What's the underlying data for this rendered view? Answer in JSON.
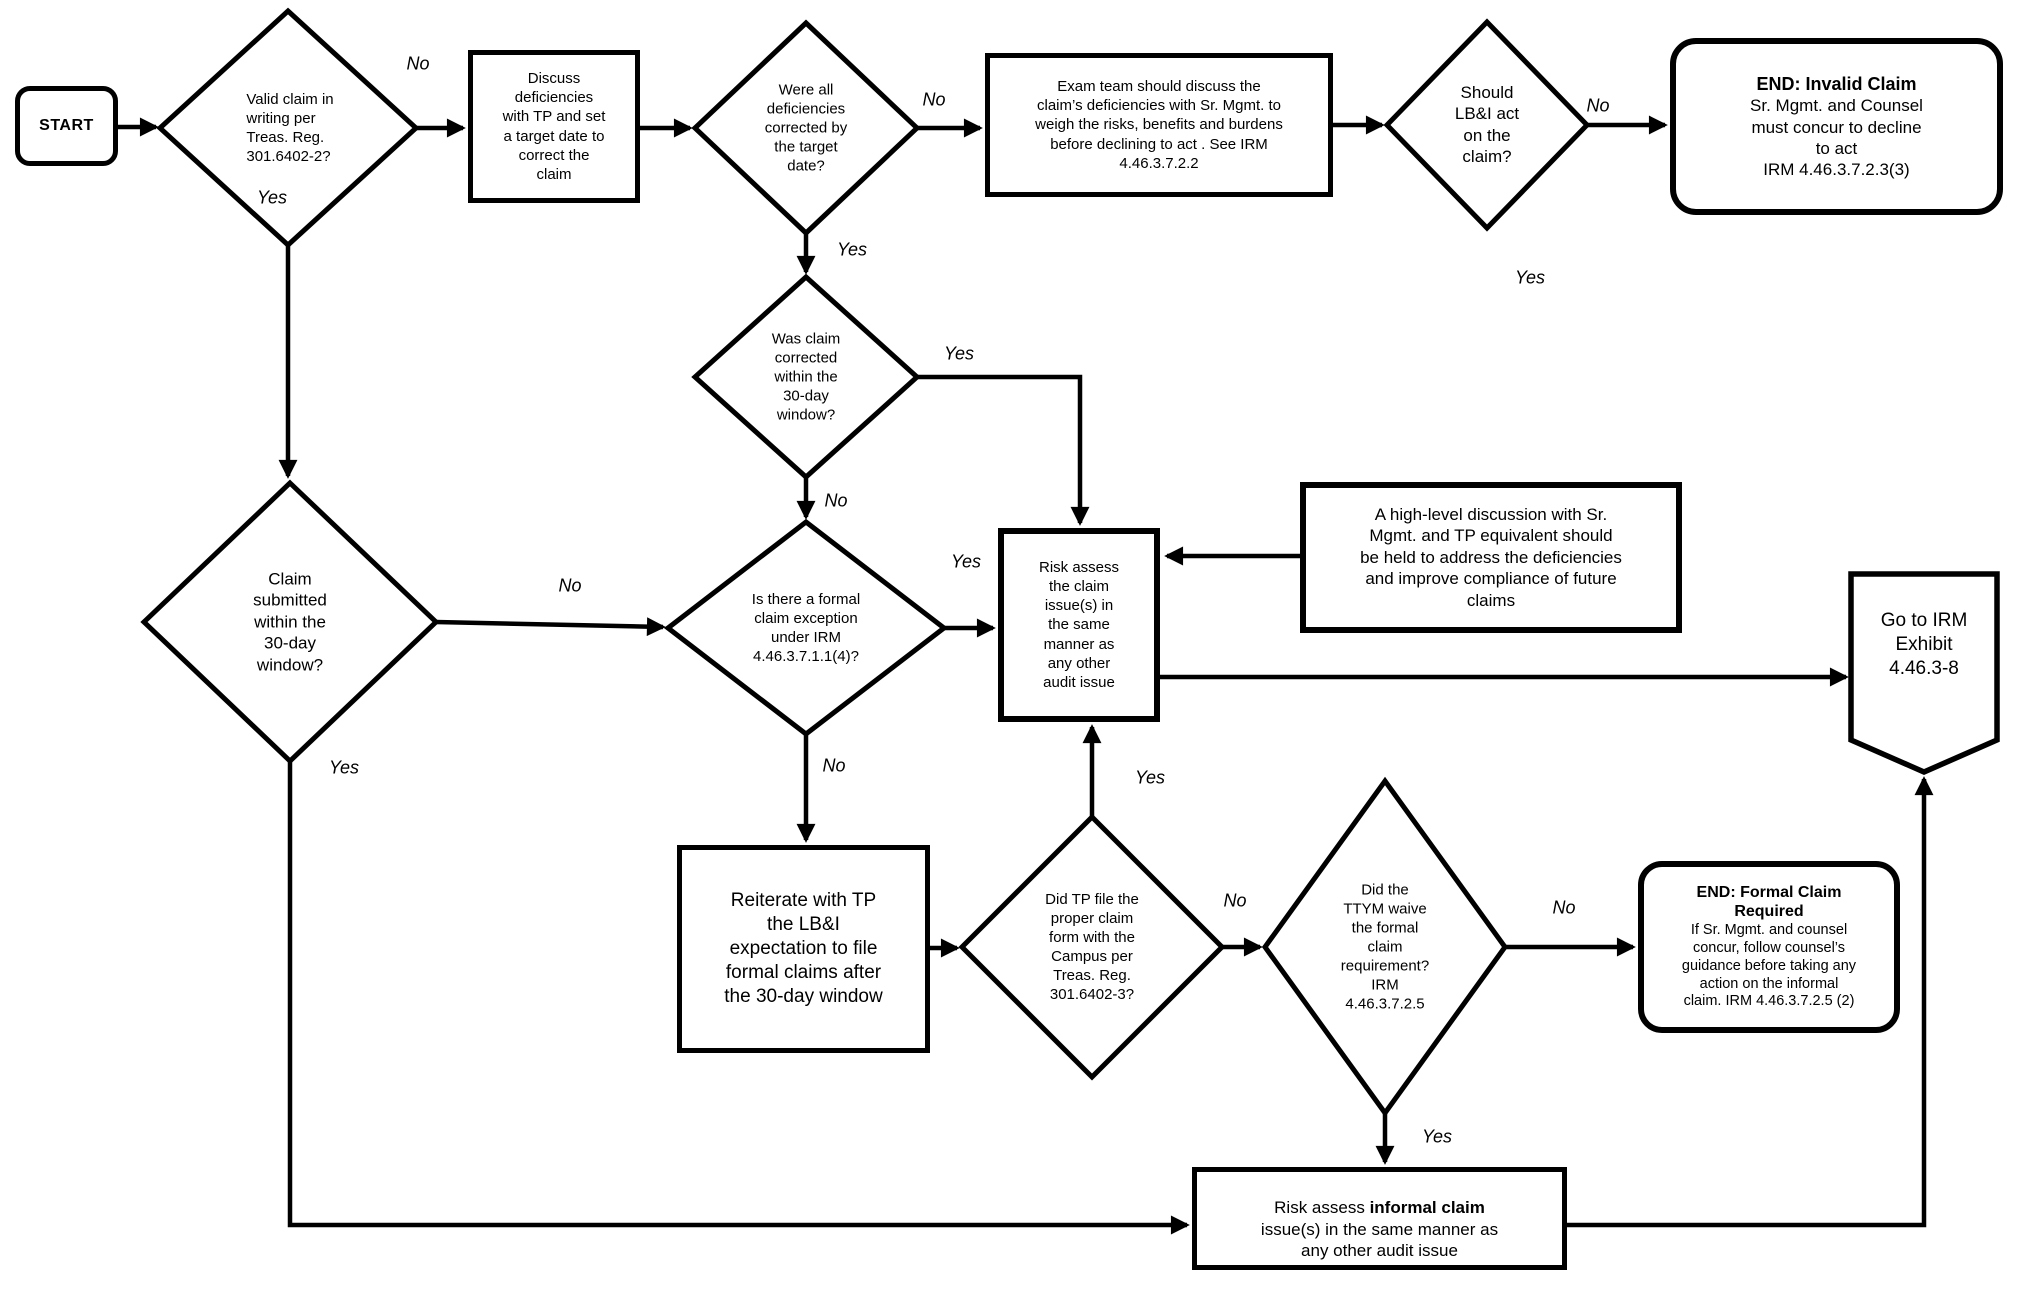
{
  "nodes": {
    "start": {
      "label": "START"
    },
    "d1": {
      "text": "Valid claim in\nwriting per\nTreas. Reg.\n301.6402-2?"
    },
    "b1": {
      "text": "Discuss\ndeficiencies\nwith TP and set\na target date to\ncorrect the\nclaim"
    },
    "d2": {
      "text": "Were all\ndeficiencies\ncorrected by\nthe target\ndate?"
    },
    "b2": {
      "text": "Exam team should discuss the\nclaim’s deficiencies with Sr. Mgmt. to\nweigh the risks, benefits and burdens\nbefore declining to act .  See IRM\n4.46.3.7.2.2"
    },
    "d3": {
      "text": "Should\nLB&I act\non the\nclaim?"
    },
    "e1": {
      "title": "END: Invalid Claim",
      "body": "Sr. Mgmt. and Counsel\nmust concur to decline\nto act\nIRM 4.46.3.7.2.3(3)"
    },
    "d4": {
      "text": "Was claim\ncorrected\nwithin the\n30-day\nwindow?"
    },
    "d5": {
      "text": "Is there a formal\nclaim exception\nunder IRM\n4.46.3.7.1.1(4)?"
    },
    "b3": {
      "text": "Risk assess\nthe claim\nissue(s) in\nthe same\nmanner as\nany other\naudit issue"
    },
    "b5": {
      "text": "A high-level discussion with Sr.\nMgmt. and TP equivalent should\nbe held to address the deficiencies\nand improve compliance of future\nclaims"
    },
    "d6": {
      "text": "Claim\nsubmitted\nwithin the\n30-day\nwindow?"
    },
    "b4": {
      "text": "Reiterate with TP\nthe LB&I\nexpectation to file\nformal claims after\nthe 30-day window"
    },
    "d7": {
      "text": "Did TP file the\nproper claim\nform with the\nCampus per\nTreas. Reg.\n301.6402-3?"
    },
    "d8": {
      "text": "Did the\nTTYM  waive\nthe formal\nclaim\nrequirement?\nIRM\n4.46.3.7.2.5"
    },
    "e2": {
      "title": "END: Formal Claim\nRequired",
      "body": "If Sr. Mgmt. and counsel\nconcur, follow counsel’s\nguidance before taking any\naction on the informal\nclaim. IRM 4.46.3.7.2.5 (2)"
    },
    "c1": {
      "text": "Go to IRM\nExhibit\n4.46.3-8"
    },
    "b6": {
      "pre": "Risk assess ",
      "bold": "informal claim",
      "post": "\nissue(s) in the same manner as\nany other audit issue"
    }
  },
  "edge_labels": {
    "d1_no": "No",
    "d1_yes": "Yes",
    "d2_no": "No",
    "d2_yes": "Yes",
    "d3_no": "No",
    "d3_yes": "Yes",
    "d4_yes": "Yes",
    "d4_no": "No",
    "d6_no": "No",
    "d6_yes": "Yes",
    "d5_yes": "Yes",
    "d5_no": "No",
    "d7_yes": "Yes",
    "d7_no": "No",
    "d8_no": "No",
    "d8_yes": "Yes"
  },
  "colors": {
    "line": "#000000",
    "background": "#ffffff"
  }
}
